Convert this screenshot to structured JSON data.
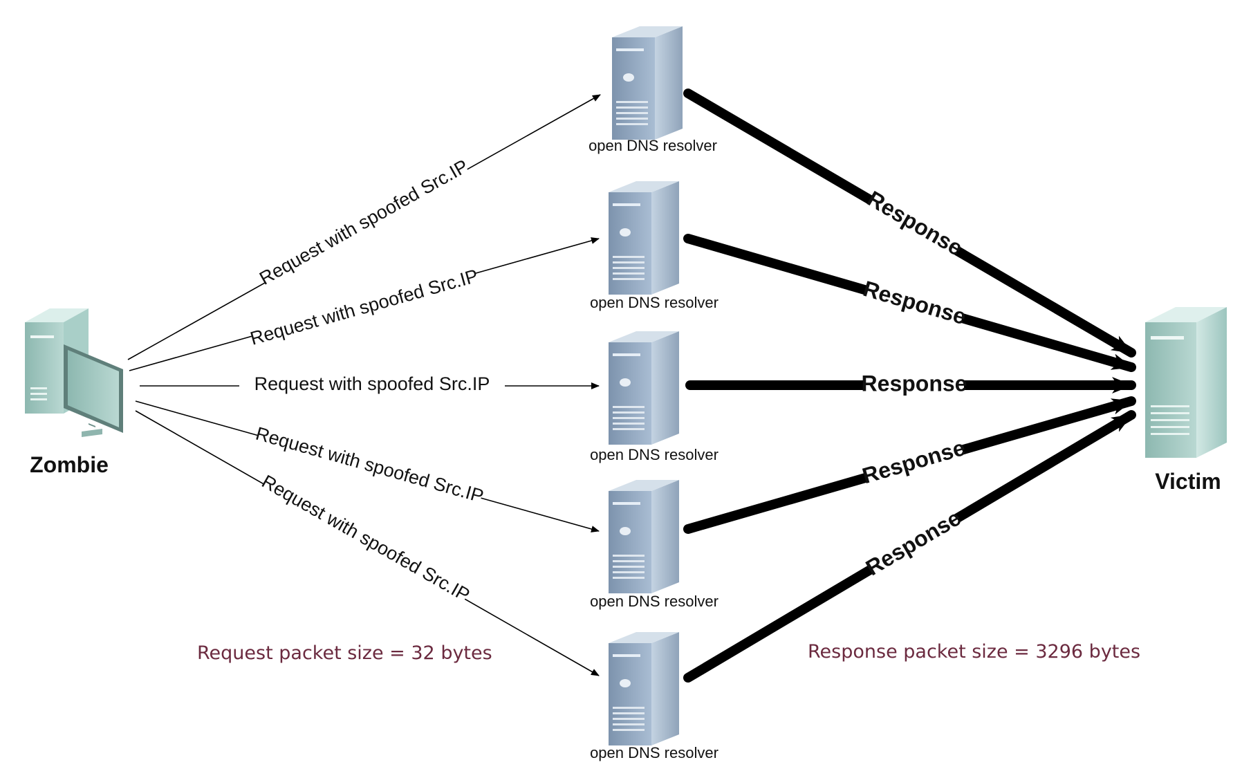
{
  "zombie": {
    "label": "Zombie",
    "icon": "desktop-computer-icon"
  },
  "victim": {
    "label": "Victim",
    "icon": "server-tower-icon"
  },
  "resolvers": [
    {
      "label": "open DNS resolver",
      "icon": "server-tower-icon"
    },
    {
      "label": "open DNS resolver",
      "icon": "server-tower-icon"
    },
    {
      "label": "open DNS resolver",
      "icon": "server-tower-icon"
    },
    {
      "label": "open DNS resolver",
      "icon": "server-tower-icon"
    },
    {
      "label": "open DNS resolver",
      "icon": "server-tower-icon"
    }
  ],
  "requests": [
    {
      "label": "Request with spoofed Src.IP"
    },
    {
      "label": "Request with spoofed Src.IP"
    },
    {
      "label": "Request with spoofed Src.IP"
    },
    {
      "label": "Request with spoofed Src.IP"
    },
    {
      "label": "Request with spoofed Src.IP"
    }
  ],
  "responses": [
    {
      "label": "Response"
    },
    {
      "label": "Response"
    },
    {
      "label": "Response"
    },
    {
      "label": "Response"
    },
    {
      "label": "Response"
    }
  ],
  "notes": {
    "request_size": "Request packet size = 32 bytes",
    "response_size": "Response packet size = 3296 bytes"
  },
  "colors": {
    "note_text": "#6b2a3f",
    "server_blue": "#8aa3bf",
    "server_green": "#8fbfb6",
    "edge": "#000000"
  }
}
